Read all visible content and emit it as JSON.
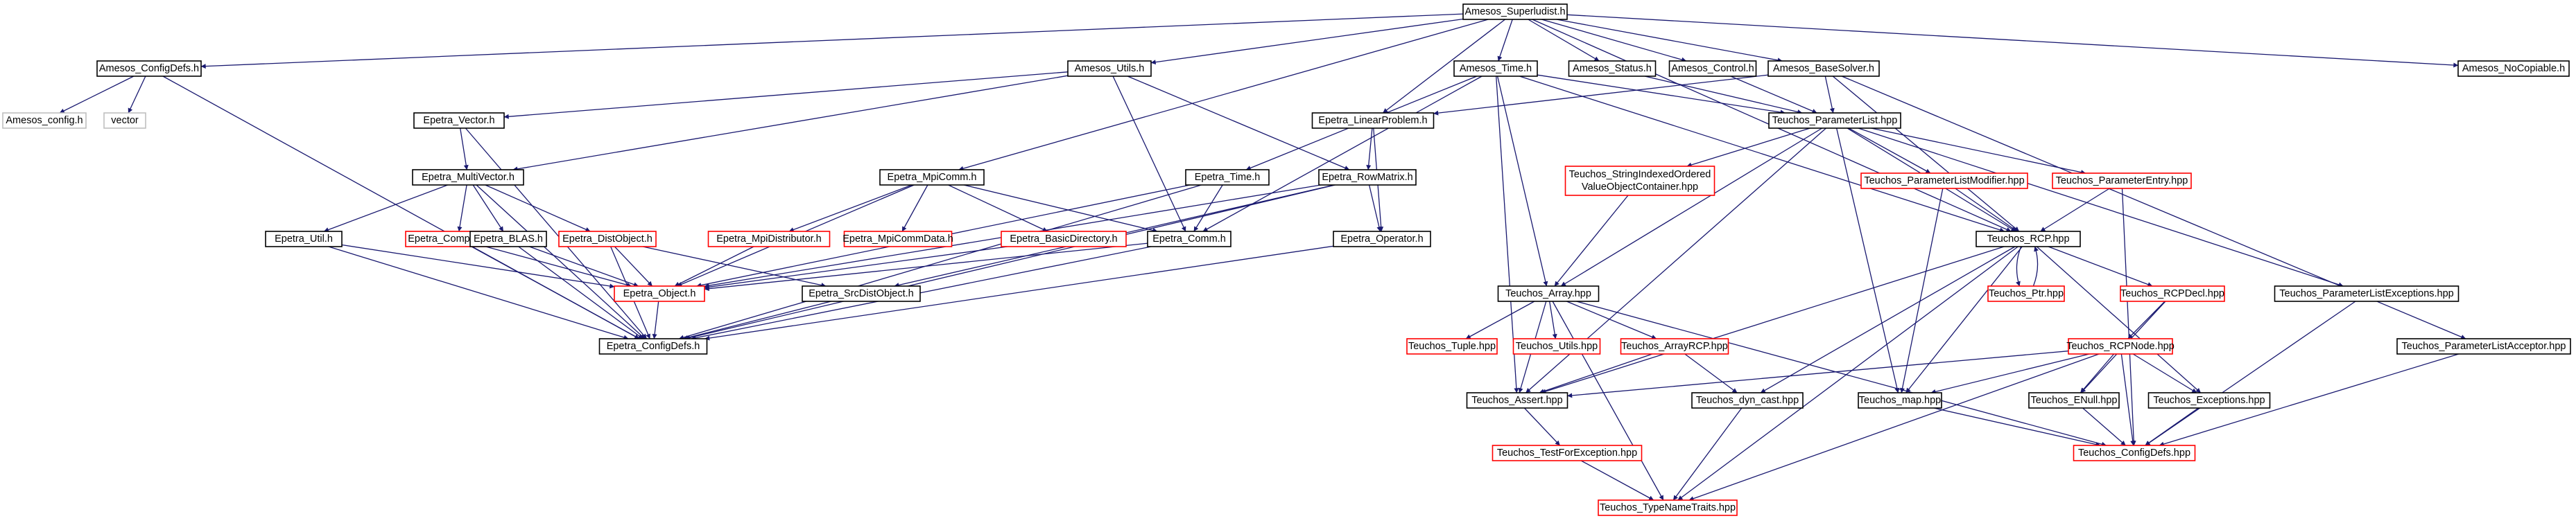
{
  "colors": {
    "edge": "#191970",
    "node_default": "#000000",
    "node_red": "#ff0000",
    "node_gray": "#bfbfbf",
    "root_fill": "#bfbfbf",
    "text": "#000000"
  },
  "nodes": [
    {
      "id": "superludist",
      "label": "Amesos_Superludist.h",
      "style": "root"
    },
    {
      "id": "amesos_configdefs",
      "label": "Amesos_ConfigDefs.h",
      "style": "black"
    },
    {
      "id": "amesos_config",
      "label": "Amesos_config.h",
      "style": "gray"
    },
    {
      "id": "vector",
      "label": "vector",
      "style": "gray"
    },
    {
      "id": "amesos_utils",
      "label": "Amesos_Utils.h",
      "style": "black"
    },
    {
      "id": "amesos_time",
      "label": "Amesos_Time.h",
      "style": "black"
    },
    {
      "id": "amesos_status",
      "label": "Amesos_Status.h",
      "style": "black"
    },
    {
      "id": "amesos_control",
      "label": "Amesos_Control.h",
      "style": "black"
    },
    {
      "id": "amesos_basesolver",
      "label": "Amesos_BaseSolver.h",
      "style": "black"
    },
    {
      "id": "amesos_nocopiable",
      "label": "Amesos_NoCopiable.h",
      "style": "black"
    },
    {
      "id": "epetra_vector",
      "label": "Epetra_Vector.h",
      "style": "black"
    },
    {
      "id": "epetra_multivector",
      "label": "Epetra_MultiVector.h",
      "style": "black"
    },
    {
      "id": "epetra_mpicomm",
      "label": "Epetra_MpiComm.h",
      "style": "black"
    },
    {
      "id": "epetra_time",
      "label": "Epetra_Time.h",
      "style": "black"
    },
    {
      "id": "epetra_linearproblem",
      "label": "Epetra_LinearProblem.h",
      "style": "black"
    },
    {
      "id": "epetra_rowmatrix",
      "label": "Epetra_RowMatrix.h",
      "style": "black"
    },
    {
      "id": "epetra_util",
      "label": "Epetra_Util.h",
      "style": "black"
    },
    {
      "id": "epetra_compobject",
      "label": "Epetra_CompObject.h",
      "style": "red"
    },
    {
      "id": "epetra_blas",
      "label": "Epetra_BLAS.h",
      "style": "black"
    },
    {
      "id": "epetra_distobject",
      "label": "Epetra_DistObject.h",
      "style": "red"
    },
    {
      "id": "epetra_mpidistributor",
      "label": "Epetra_MpiDistributor.h",
      "style": "red"
    },
    {
      "id": "epetra_mpicommdata",
      "label": "Epetra_MpiCommData.h",
      "style": "red"
    },
    {
      "id": "epetra_basicdirectory",
      "label": "Epetra_BasicDirectory.h",
      "style": "red"
    },
    {
      "id": "epetra_comm",
      "label": "Epetra_Comm.h",
      "style": "black"
    },
    {
      "id": "epetra_operator",
      "label": "Epetra_Operator.h",
      "style": "black"
    },
    {
      "id": "epetra_object",
      "label": "Epetra_Object.h",
      "style": "red"
    },
    {
      "id": "epetra_srcdistobject",
      "label": "Epetra_SrcDistObject.h",
      "style": "black"
    },
    {
      "id": "epetra_configdefs",
      "label": "Epetra_ConfigDefs.h",
      "style": "black"
    },
    {
      "id": "teuchos_parameterlist",
      "label": "Teuchos_ParameterList.hpp",
      "style": "black"
    },
    {
      "id": "teuchos_stringindexed",
      "label": "Teuchos_StringIndexedOrdered",
      "label2": "ValueObjectContainer.hpp",
      "style": "red"
    },
    {
      "id": "teuchos_paramlistmodifier",
      "label": "Teuchos_ParameterListModifier.hpp",
      "style": "red"
    },
    {
      "id": "teuchos_parameterentry",
      "label": "Teuchos_ParameterEntry.hpp",
      "style": "red"
    },
    {
      "id": "teuchos_rcp",
      "label": "Teuchos_RCP.hpp",
      "style": "black"
    },
    {
      "id": "teuchos_ptr",
      "label": "Teuchos_Ptr.hpp",
      "style": "red"
    },
    {
      "id": "teuchos_rcpdecl",
      "label": "Teuchos_RCPDecl.hpp",
      "style": "red"
    },
    {
      "id": "teuchos_rcpnode",
      "label": "Teuchos_RCPNode.hpp",
      "style": "red"
    },
    {
      "id": "teuchos_array",
      "label": "Teuchos_Array.hpp",
      "style": "black"
    },
    {
      "id": "teuchos_tuple",
      "label": "Teuchos_Tuple.hpp",
      "style": "red"
    },
    {
      "id": "teuchos_utils",
      "label": "Teuchos_Utils.hpp",
      "style": "red"
    },
    {
      "id": "teuchos_arrayrcp",
      "label": "Teuchos_ArrayRCP.hpp",
      "style": "red"
    },
    {
      "id": "teuchos_assert",
      "label": "Teuchos_Assert.hpp",
      "style": "black"
    },
    {
      "id": "teuchos_dyncast",
      "label": "Teuchos_dyn_cast.hpp",
      "style": "black"
    },
    {
      "id": "teuchos_map",
      "label": "Teuchos_map.hpp",
      "style": "black"
    },
    {
      "id": "teuchos_enull",
      "label": "Teuchos_ENull.hpp",
      "style": "black"
    },
    {
      "id": "teuchos_exceptions",
      "label": "Teuchos_Exceptions.hpp",
      "style": "black"
    },
    {
      "id": "teuchos_testforexception",
      "label": "Teuchos_TestForException.hpp",
      "style": "red"
    },
    {
      "id": "teuchos_configdefs",
      "label": "Teuchos_ConfigDefs.hpp",
      "style": "red"
    },
    {
      "id": "teuchos_typenametraits",
      "label": "Teuchos_TypeNameTraits.hpp",
      "style": "red"
    },
    {
      "id": "teuchos_plexceptions",
      "label": "Teuchos_ParameterListExceptions.hpp",
      "style": "black"
    },
    {
      "id": "teuchos_placceptor",
      "label": "Teuchos_ParameterListAcceptor.hpp",
      "style": "black"
    }
  ],
  "edges": [
    [
      "superludist",
      "amesos_configdefs"
    ],
    [
      "superludist",
      "amesos_utils"
    ],
    [
      "superludist",
      "amesos_time"
    ],
    [
      "superludist",
      "amesos_status"
    ],
    [
      "superludist",
      "amesos_control"
    ],
    [
      "superludist",
      "amesos_basesolver"
    ],
    [
      "superludist",
      "amesos_nocopiable"
    ],
    [
      "superludist",
      "epetra_linearproblem"
    ],
    [
      "superludist",
      "epetra_mpicomm"
    ],
    [
      "superludist",
      "teuchos_rcp"
    ],
    [
      "amesos_configdefs",
      "amesos_config"
    ],
    [
      "amesos_configdefs",
      "vector"
    ],
    [
      "amesos_configdefs",
      "epetra_configdefs"
    ],
    [
      "amesos_utils",
      "epetra_vector"
    ],
    [
      "amesos_utils",
      "epetra_multivector"
    ],
    [
      "amesos_utils",
      "epetra_comm"
    ],
    [
      "amesos_utils",
      "epetra_rowmatrix"
    ],
    [
      "amesos_time",
      "epetra_time"
    ],
    [
      "amesos_time",
      "epetra_comm"
    ],
    [
      "amesos_time",
      "teuchos_parameterlist"
    ],
    [
      "amesos_time",
      "teuchos_rcp"
    ],
    [
      "amesos_time",
      "teuchos_array"
    ],
    [
      "amesos_time",
      "teuchos_assert"
    ],
    [
      "amesos_status",
      "teuchos_parameterlist"
    ],
    [
      "amesos_control",
      "teuchos_parameterlist"
    ],
    [
      "amesos_basesolver",
      "teuchos_parameterlist"
    ],
    [
      "amesos_basesolver",
      "epetra_linearproblem"
    ],
    [
      "amesos_basesolver",
      "teuchos_rcp"
    ],
    [
      "amesos_basesolver",
      "teuchos_placceptor"
    ],
    [
      "epetra_vector",
      "epetra_multivector"
    ],
    [
      "epetra_vector",
      "epetra_configdefs"
    ],
    [
      "epetra_multivector",
      "epetra_util"
    ],
    [
      "epetra_multivector",
      "epetra_compobject"
    ],
    [
      "epetra_multivector",
      "epetra_blas"
    ],
    [
      "epetra_multivector",
      "epetra_distobject"
    ],
    [
      "epetra_multivector",
      "epetra_configdefs"
    ],
    [
      "epetra_mpicomm",
      "epetra_mpidistributor"
    ],
    [
      "epetra_mpicomm",
      "epetra_mpicommdata"
    ],
    [
      "epetra_mpicomm",
      "epetra_basicdirectory"
    ],
    [
      "epetra_mpicomm",
      "epetra_comm"
    ],
    [
      "epetra_mpicomm",
      "epetra_object"
    ],
    [
      "epetra_time",
      "epetra_comm"
    ],
    [
      "epetra_time",
      "epetra_object"
    ],
    [
      "epetra_time",
      "epetra_configdefs"
    ],
    [
      "epetra_linearproblem",
      "epetra_rowmatrix"
    ],
    [
      "epetra_linearproblem",
      "epetra_operator"
    ],
    [
      "epetra_rowmatrix",
      "epetra_operator"
    ],
    [
      "epetra_rowmatrix",
      "epetra_srcdistobject"
    ],
    [
      "epetra_rowmatrix",
      "epetra_object"
    ],
    [
      "epetra_rowmatrix",
      "epetra_configdefs"
    ],
    [
      "epetra_util",
      "epetra_object"
    ],
    [
      "epetra_util",
      "epetra_configdefs"
    ],
    [
      "epetra_compobject",
      "epetra_object"
    ],
    [
      "epetra_compobject",
      "epetra_configdefs"
    ],
    [
      "epetra_blas",
      "epetra_object"
    ],
    [
      "epetra_blas",
      "epetra_configdefs"
    ],
    [
      "epetra_distobject",
      "epetra_object"
    ],
    [
      "epetra_distobject",
      "epetra_srcdistobject"
    ],
    [
      "epetra_distobject",
      "epetra_configdefs"
    ],
    [
      "epetra_mpidistributor",
      "epetra_object"
    ],
    [
      "epetra_basicdirectory",
      "epetra_object"
    ],
    [
      "epetra_comm",
      "epetra_object"
    ],
    [
      "epetra_comm",
      "epetra_configdefs"
    ],
    [
      "epetra_operator",
      "epetra_configdefs"
    ],
    [
      "epetra_object",
      "epetra_configdefs"
    ],
    [
      "epetra_srcdistobject",
      "epetra_configdefs"
    ],
    [
      "teuchos_parameterlist",
      "teuchos_stringindexed"
    ],
    [
      "teuchos_parameterlist",
      "teuchos_paramlistmodifier"
    ],
    [
      "teuchos_parameterlist",
      "teuchos_parameterentry"
    ],
    [
      "teuchos_parameterlist",
      "teuchos_rcp"
    ],
    [
      "teuchos_parameterlist",
      "teuchos_array"
    ],
    [
      "teuchos_parameterlist",
      "teuchos_map"
    ],
    [
      "teuchos_parameterlist",
      "teuchos_plexceptions"
    ],
    [
      "teuchos_parameterlist",
      "teuchos_assert"
    ],
    [
      "teuchos_stringindexed",
      "teuchos_array"
    ],
    [
      "teuchos_paramlistmodifier",
      "teuchos_rcp"
    ],
    [
      "teuchos_paramlistmodifier",
      "teuchos_map"
    ],
    [
      "teuchos_parameterentry",
      "teuchos_rcp"
    ],
    [
      "teuchos_parameterentry",
      "teuchos_configdefs"
    ],
    [
      "teuchos_rcp",
      "teuchos_ptr"
    ],
    [
      "teuchos_rcp",
      "teuchos_rcpdecl"
    ],
    [
      "teuchos_rcp",
      "teuchos_assert"
    ],
    [
      "teuchos_rcp",
      "teuchos_dyncast"
    ],
    [
      "teuchos_rcp",
      "teuchos_map"
    ],
    [
      "teuchos_rcp",
      "teuchos_exceptions"
    ],
    [
      "teuchos_rcp",
      "teuchos_typenametraits"
    ],
    [
      "teuchos_ptr",
      "teuchos_rcp"
    ],
    [
      "teuchos_rcpdecl",
      "teuchos_rcpnode"
    ],
    [
      "teuchos_rcpdecl",
      "teuchos_enull"
    ],
    [
      "teuchos_rcpnode",
      "teuchos_assert"
    ],
    [
      "teuchos_rcpnode",
      "teuchos_map"
    ],
    [
      "teuchos_rcpnode",
      "teuchos_enull"
    ],
    [
      "teuchos_rcpnode",
      "teuchos_exceptions"
    ],
    [
      "teuchos_rcpnode",
      "teuchos_configdefs"
    ],
    [
      "teuchos_rcpnode",
      "teuchos_typenametraits"
    ],
    [
      "teuchos_array",
      "teuchos_tuple"
    ],
    [
      "teuchos_array",
      "teuchos_utils"
    ],
    [
      "teuchos_array",
      "teuchos_arrayrcp"
    ],
    [
      "teuchos_array",
      "teuchos_assert"
    ],
    [
      "teuchos_array",
      "teuchos_configdefs"
    ],
    [
      "teuchos_array",
      "teuchos_typenametraits"
    ],
    [
      "teuchos_arrayrcp",
      "teuchos_assert"
    ],
    [
      "teuchos_arrayrcp",
      "teuchos_dyncast"
    ],
    [
      "teuchos_assert",
      "teuchos_testforexception"
    ],
    [
      "teuchos_dyncast",
      "teuchos_typenametraits"
    ],
    [
      "teuchos_map",
      "teuchos_configdefs"
    ],
    [
      "teuchos_enull",
      "teuchos_configdefs"
    ],
    [
      "teuchos_exceptions",
      "teuchos_configdefs"
    ],
    [
      "teuchos_testforexception",
      "teuchos_typenametraits"
    ],
    [
      "teuchos_plexceptions",
      "teuchos_configdefs"
    ],
    [
      "teuchos_placceptor",
      "teuchos_configdefs"
    ]
  ]
}
